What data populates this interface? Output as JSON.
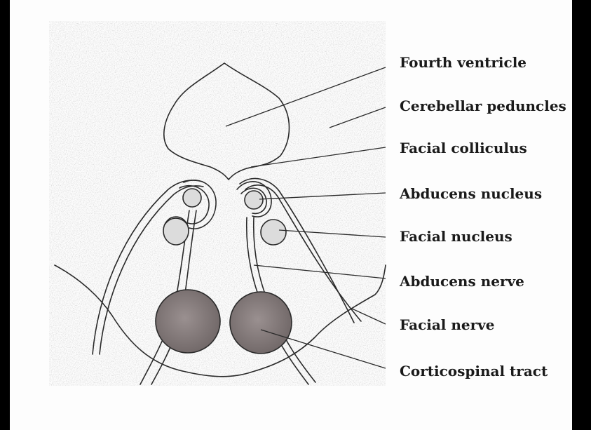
{
  "labels": {
    "fourth_ventricle": "Fourth ventricle",
    "cerebellar_peduncles": "Cerebellar peduncles",
    "facial_colliculus": "Facial colliculus",
    "abducens_nucleus": "Abducens nucleus",
    "facial_nucleus": "Facial nucleus",
    "abducens_nerve": "Abducens nerve",
    "facial_nerve": "Facial nerve",
    "corticospinal_tract": "Corticospinal tract"
  },
  "colors": {
    "page": "#ffffff",
    "ink": "#2a2a2a",
    "nucleus_fill": "#d9d9d9",
    "tract_fill": "#8a8080",
    "frame": "#000000"
  }
}
